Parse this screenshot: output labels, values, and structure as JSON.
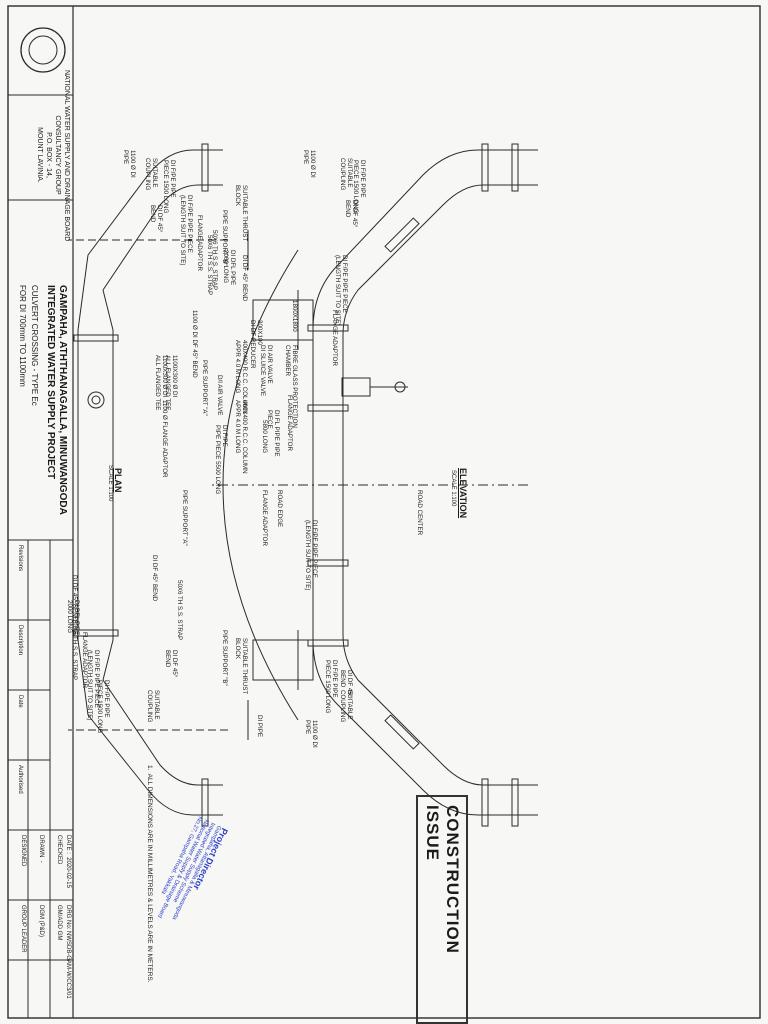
{
  "stamp": {
    "text": "CONSTRUCTION ISSUE"
  },
  "elevation": {
    "title": "ELEVATION",
    "scale": "SCALE 1:100",
    "labels": {
      "fibre_chamber": "FIBRE GLASS PROTECTION\nCHAMBER",
      "flange_adaptor_top": "FLANGE ADAPTOR",
      "di_fl_pipe_piece": "DI FL PIPE PIPE\nPIECE",
      "air_valve": "DI AIR VALVE\nDI SLUICE VALVE",
      "reducer": "300x100\nDI DF REDUCER",
      "di_df_45_bend_l": "DI DF 45° BEND",
      "di_dfl_pipe_l": "DI DFL PIPE\n2000 LONG",
      "strap_l": "50x6 TH S.S. STRAP",
      "flange_adaptor_l": "FLANGE ADAPTOR",
      "di_ff_pipe_piece_l": "DI F/PE PIPE PIECE\n(LENGTH SUIT TO SITE)",
      "di_ff_pipe_l": "DI F/PE PIPE\nPIECE 1500 LONG",
      "suitable_coupling_l": "SUITABLE\nCOUPLING",
      "bend_l": "DI DF 45°\nBEND",
      "pipe_1100_l": "1100 Ø DI\nPIPE",
      "pipe_support_b_l": "PIPE SUPPORT \"B\"",
      "dim_1800": "1800x1800",
      "pipe_support_a_l": "PIPE SUPPORT \"A\"",
      "tee": "1100x300 Ø DI\nALL FLANGED TEE",
      "pipe_5800": "5800 LONG",
      "road_center": "ROAD CENTER",
      "pipe_support_a_r": "PIPE SUPPORT \"A\"",
      "di_df_45_bend_r": "DI DF 45° BEND",
      "di_dfl_pipe_r": "DI DFL PIPE\n2000 LONG",
      "strap_r": "50x6 TH S.S. STRAP",
      "flange_adaptor_r": "FLANGE ADAPTOR",
      "di_ff_pipe_piece_r": "DI F/PE PIPE PIECE\n(LENGTH SUIT TO SITE)",
      "di_ff_pipe_r": "DI F/PE PIPE\nPIECE 1500 LONG",
      "bend_r": "DI DF 45°\nBEND",
      "suitable_coupling_r": "SUITABLE\nCOUPLING",
      "pipe_support_b_r": "PIPE SUPPORT \"B\"",
      "di_pipe_r": "DI PIPE"
    }
  },
  "plan": {
    "title": "PLAN",
    "scale": "SCALE 1:100",
    "labels": {
      "di_ff_pipe_l": "DI F/PE PIPE\nPIECE 1500 LONG",
      "suitable_coupling_l": "SUITABLE\nCOUPLING",
      "bend_l": "DI DF 45°\nBEND",
      "pipe_1100_l": "1100 Ø DI\nPIPE",
      "thrust_l": "SUITABLE THRUST\nBLOCK",
      "ff_piece_l": "DI F/PE PIPE PIECE\n(LENGTH SUIT TO SITE)",
      "flange_adaptor_l": "FLANGE ADAPTOR",
      "strap_l": "50x6 TH S.S. STRAP",
      "column_l": "400x400 R.C.C. COLUMN\nAPPR 4.0 M LONG",
      "air_valve": "D/I AIR VALVE",
      "bend_1100": "1100 Ø DI DF 45° BEND",
      "tee": "1100x300 Ø DI\nALL FLANGED TEE",
      "flange_adaptor_1100": "1100 Ø FLANGE ADAPTOR",
      "column_r": "400x400 R.C.C. COLUMN\nAPPR 4.0 M LONG",
      "pipe_5500": "DI F/PE\nPIPE PIECE 5500 LONG",
      "flange_adaptor_r": "FLANGE ADAPTOR",
      "road_edge": "ROAD EDGE",
      "ff_piece_r": "DI F/PE PIPE PIECE\n(LENGTH SUIT TO SITE)",
      "bend_45_r": "DI DF 45° BEND",
      "strap_r": "50x6 TH S.S. STRAP",
      "thrust_r": "SUITABLE THRUST\nBLOCK",
      "di_ff_pipe_r": "DI F/PE PIPE\nPIECE 1500 LONG",
      "bend_r": "DI DF 45°\nBEND",
      "coupling_r": "SUITABLE\nCOUPLING",
      "pipe_1100_r": "1100 Ø DI\nPIPE"
    }
  },
  "note": "1.  ALL DIMENSIONS ARE IN MILLIMETRES & LEVELS ARE IN METERS.",
  "approval_stamp": {
    "title": "Project Director",
    "lines": [
      "Gampaha, Attanagalla & Minuwangoda",
      "Integrated Water Supply Scheme",
      "National Water Supply & Drainage Board",
      "No.27, Gampaha Road, Yakkala"
    ]
  },
  "title_block": {
    "organization": "NATIONAL WATER SUPPLY AND DRAINAGE BOARD\nCONSULTANCY GROUP\nP.O. BOX - 14,\nMOUNT LAVINIA.",
    "project": "GAMPAHA, ATHTHANAGALLA, MINUWANGODA\nINTEGRATED WATER SUPPLY PROJECT",
    "drawing_title": "CULVERT CROSSING - TYPE Ec\nFOR DI 700mm TO 1100mm",
    "revision_headers": [
      "Revisions",
      "Description",
      "Date",
      "Authorised"
    ],
    "designed": "DESIGNED",
    "drawn": "DRAWN  -",
    "checked": "CHECKED",
    "date": "DATE :  2020-02-15",
    "group_leader": "GROUP LEADER",
    "dgm": "DGM (P&D)",
    "agm": "GM/ADD GM",
    "drg_no": "DRG No: NWSDB-GAM-W/CC3/01"
  }
}
